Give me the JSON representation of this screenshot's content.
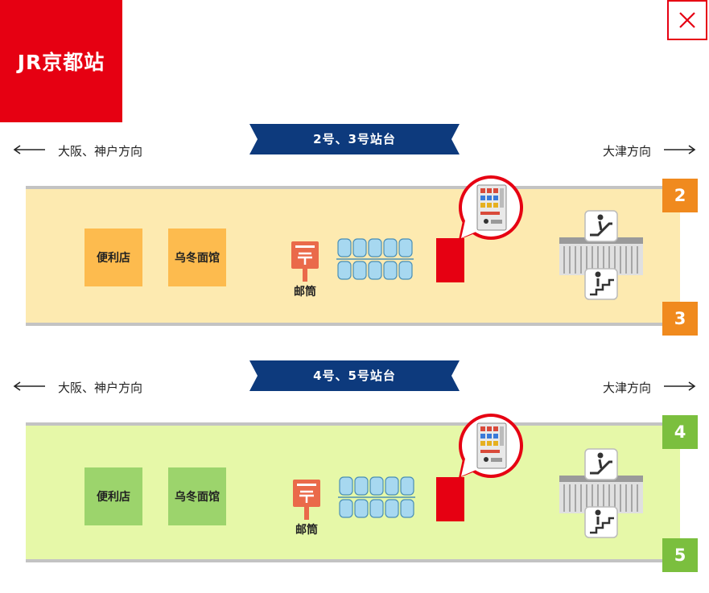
{
  "station": {
    "name": "JR京都站"
  },
  "close": {
    "icon": "close-icon"
  },
  "colors": {
    "brand_red": "#e60012",
    "ribbon_blue": "#0d3a7d",
    "platform_upper": "#fdeab0",
    "platform_lower": "#e6f8a8",
    "track_orange": "#f08a1e",
    "track_green": "#7bbf3e",
    "box_orange": "#fdbb4e",
    "box_green": "#9cd46c",
    "mailbox": "#ea6a4a",
    "seat_blue": "#a7d8f0"
  },
  "sections": [
    {
      "title": "2号、3号站台",
      "left_direction": "大阪、神户方向",
      "right_direction": "大津方向",
      "track_top": "2",
      "track_bottom": "3",
      "shop1": "便利店",
      "shop2": "乌冬面馆",
      "mailbox_label": "邮筒"
    },
    {
      "title": "4号、5号站台",
      "left_direction": "大阪、神户方向",
      "right_direction": "大津方向",
      "track_top": "4",
      "track_bottom": "5",
      "shop1": "便利店",
      "shop2": "乌冬面馆",
      "mailbox_label": "邮筒"
    }
  ]
}
